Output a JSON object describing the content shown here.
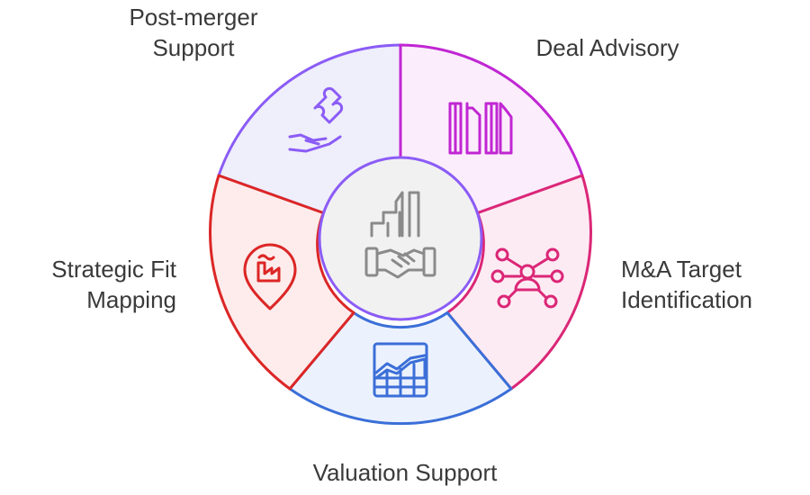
{
  "diagram": {
    "segments": [
      {
        "id": "post-merger",
        "label_lines": [
          "Post-merger",
          "Support"
        ],
        "icon": "puzzle-hand-icon",
        "color": "#8b5cf6",
        "fill": "#efeefb"
      },
      {
        "id": "deal-advisory",
        "label_lines": [
          "Deal Advisory"
        ],
        "icon": "columns-icon",
        "color": "#c026d3",
        "fill": "#fbedfb"
      },
      {
        "id": "ma-target",
        "label_lines": [
          "M&A Target",
          "Identification"
        ],
        "icon": "network-person-icon",
        "color": "#db2777",
        "fill": "#fdebf3"
      },
      {
        "id": "valuation",
        "label_lines": [
          "Valuation Support"
        ],
        "icon": "chart-grid-icon",
        "color": "#3b6fd8",
        "fill": "#ecf2fd"
      },
      {
        "id": "strategic-fit",
        "label_lines": [
          "Strategic Fit",
          "Mapping"
        ],
        "icon": "factory-pin-icon",
        "color": "#dc2626",
        "fill": "#fdeceb"
      }
    ],
    "center": {
      "icon": "buildings-handshake-icon",
      "color": "#8a8a8a",
      "fill": "#f1f1f1"
    }
  }
}
